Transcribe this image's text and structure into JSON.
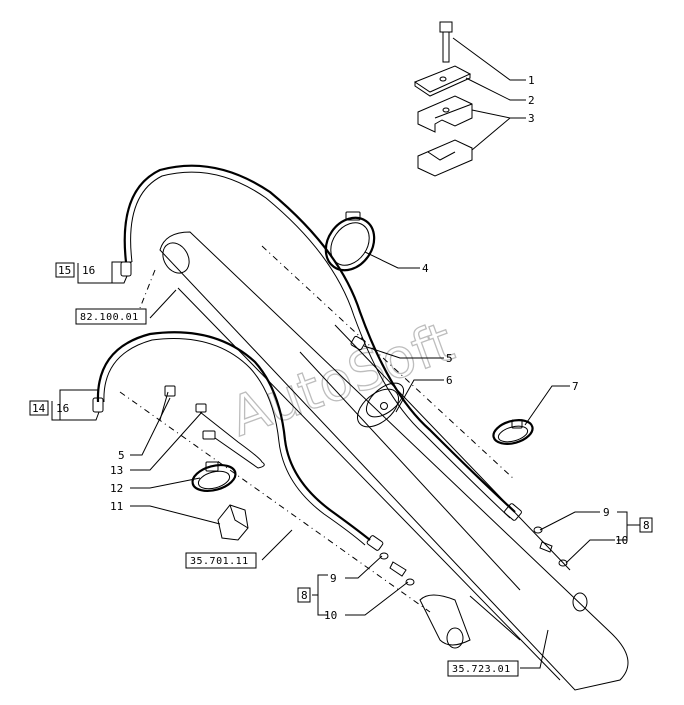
{
  "callouts": {
    "c1": "1",
    "c2": "2",
    "c3": "3",
    "c4": "4",
    "c5a": "5",
    "c6": "6",
    "c7": "7",
    "c9r": "9",
    "c8r": "8",
    "c10r": "10",
    "c15": "15",
    "c16a": "16",
    "c14": "14",
    "c16b": "16",
    "c5b": "5",
    "c13": "13",
    "c12": "12",
    "c11": "11",
    "c9l": "9",
    "c8l": "8",
    "c10l": "10"
  },
  "refs": {
    "r1": "82.100.01",
    "r2": "35.701.11",
    "r3": "35.723.01"
  },
  "watermark": "AutoSoft"
}
